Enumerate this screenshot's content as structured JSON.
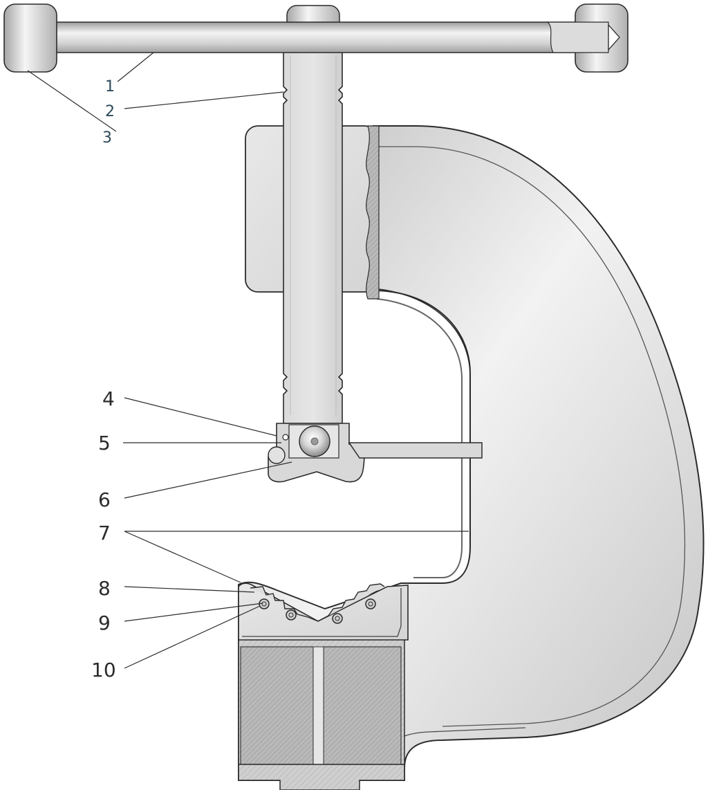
{
  "colors": {
    "callout_blue": "#2c4a5a",
    "callout_black": "#2b2b2b",
    "outline": "#2a2a2a",
    "metal_light": "#eeeeee",
    "metal_mid": "#c9c9c9",
    "metal_dark": "#9a9a9a"
  },
  "callouts": [
    {
      "id": "c1",
      "label": "1"
    },
    {
      "id": "c2",
      "label": "2"
    },
    {
      "id": "c3",
      "label": "3"
    },
    {
      "id": "c4",
      "label": "4"
    },
    {
      "id": "c5",
      "label": "5"
    },
    {
      "id": "c6",
      "label": "6"
    },
    {
      "id": "c7",
      "label": "7"
    },
    {
      "id": "c8",
      "label": "8"
    },
    {
      "id": "c9",
      "label": "9"
    },
    {
      "id": "c10",
      "label": "10"
    }
  ]
}
